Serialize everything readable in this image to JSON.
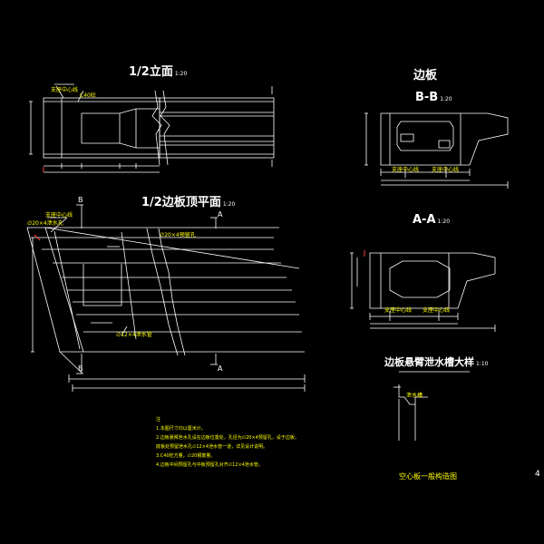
{
  "views": {
    "half_elevation": {
      "title": "1/2立面",
      "scale": "1:20",
      "label_bearing_center": "支座中心线",
      "label_grout": "C40砼"
    },
    "half_top_plan": {
      "title": "1/2边板顶平面",
      "scale": "1:20",
      "label_bearing_center": "支座中心线",
      "label_hole": "∅20×4泄水孔",
      "label_pipe_1": "∅20×4预留孔",
      "label_pipe_2": "∅12×4泄水管"
    },
    "section_group": {
      "title": "边板"
    },
    "section_bb": {
      "title": "B-B",
      "scale": "1:20",
      "label_bearing_center_left": "支座中心线",
      "label_bearing_center_right": "支座中心线"
    },
    "section_aa": {
      "title": "A-A",
      "scale": "1:20",
      "label_bearing_center_left": "支座中心线",
      "label_bearing_center_right": "支座中心线"
    },
    "drain_detail": {
      "title": "边板悬臂泄水槽大样",
      "scale": "1:10",
      "label": "泄水槽"
    }
  },
  "section_markers": {
    "a": "A",
    "b": "B"
  },
  "notes": {
    "heading": "注",
    "items": [
      "1.本图尺寸均以厘米计。",
      "2.边板悬臂泄水孔设在边板位置处，孔径为∅20×4预留孔，设于边板，",
      "  底板处预留泄水孔∅12×4泄水管一道，详见设计说明。",
      "3.C40砼方量，∅20钢筋量。",
      "4.边板中间预留孔与中板预留孔对齐∅12×4泄水管。"
    ]
  },
  "drawing_title": "空心板一般构造图",
  "sheet_number": "4",
  "colors": {
    "background": "#000000",
    "lines": "#ffffff",
    "text": "#ffffff",
    "labels": "#ffff00",
    "marks": "#ff4040"
  }
}
